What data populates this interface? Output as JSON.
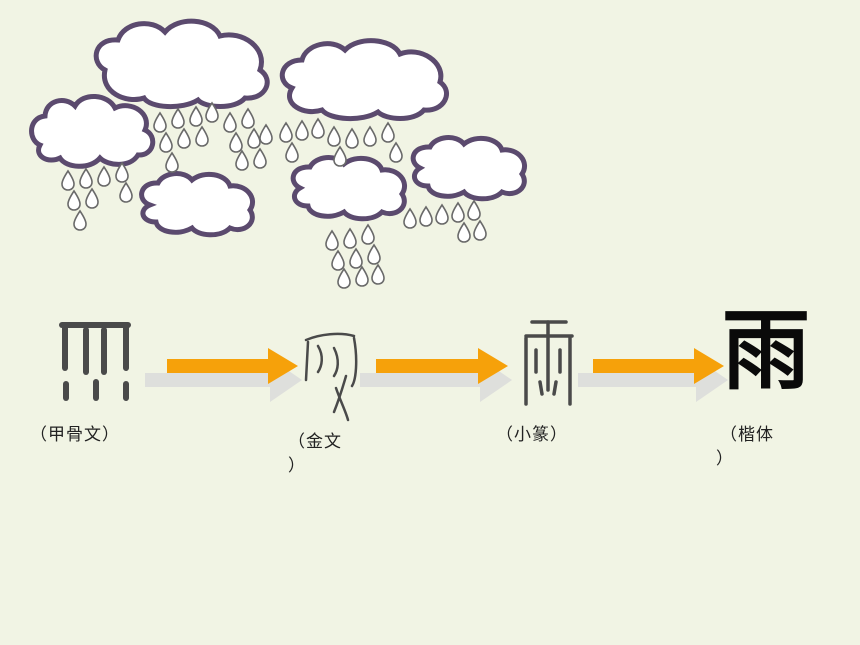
{
  "slide": {
    "colors": {
      "background": "#f1f4e4",
      "cloud_outline": "#5b4a6e",
      "raindrop_outline": "#6a6a6a",
      "arrow": "#f6a10a",
      "arrow_shadow": "#d9d9d9",
      "glyph_stroke": "#4a4a4a"
    },
    "illustration": "rain-clouds-icon",
    "stages": [
      {
        "glyph_icon": "oracle-bone-rain-glyph-icon",
        "label": "（甲骨文）"
      },
      {
        "glyph_icon": "bronze-rain-glyph-icon",
        "label_line1": "（金文",
        "label_line2": "）"
      },
      {
        "glyph_icon": "small-seal-rain-glyph-icon",
        "label": "（小篆）"
      },
      {
        "glyph": "雨",
        "label_line1": "（楷体",
        "label_line2": "）"
      }
    ]
  }
}
